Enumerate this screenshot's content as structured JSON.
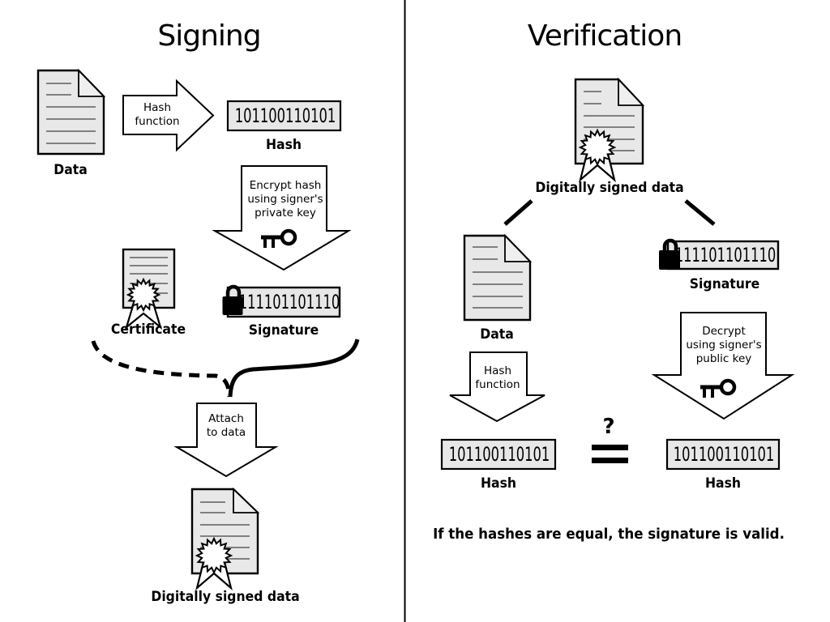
{
  "signing": {
    "title": "Signing",
    "data_doc_label": "Data",
    "hash_arrow": {
      "line1": "Hash",
      "line2": "function"
    },
    "hash_box": {
      "value": "101100110101",
      "label": "Hash"
    },
    "encrypt_arrow": {
      "line1": "Encrypt hash",
      "line2": "using signer's",
      "line3": "private key"
    },
    "certificate_label": "Certificate",
    "signature_box": {
      "value": "111101101110",
      "label": "Signature"
    },
    "attach_arrow": {
      "line1": "Attach",
      "line2": "to data"
    },
    "signed_doc_label": "Digitally signed data"
  },
  "verification": {
    "title": "Verification",
    "signed_doc_label": "Digitally signed data",
    "data_doc_label": "Data",
    "signature_box": {
      "value": "111101101110",
      "label": "Signature"
    },
    "hash_arrow": {
      "line1": "Hash",
      "line2": "function"
    },
    "decrypt_arrow": {
      "line1": "Decrypt",
      "line2": "using signer's",
      "line3": "public key"
    },
    "hash_box_left": {
      "value": "101100110101",
      "label": "Hash"
    },
    "hash_box_right": {
      "value": "101100110101",
      "label": "Hash"
    },
    "comparison": {
      "question": "?",
      "conclusion": "If the hashes are equal, the signature is valid."
    }
  },
  "icons": {
    "document": "document-icon",
    "seal": "seal-rosette-icon",
    "padlock": "padlock-icon",
    "key": "key-icon",
    "equals": "equals-sign"
  },
  "colors": {
    "background": "#ffffff",
    "doc_fill": "#e8e8e8",
    "box_fill": "#e7e7e7",
    "doc_line_gray": "#808080",
    "ink": "#000000"
  }
}
